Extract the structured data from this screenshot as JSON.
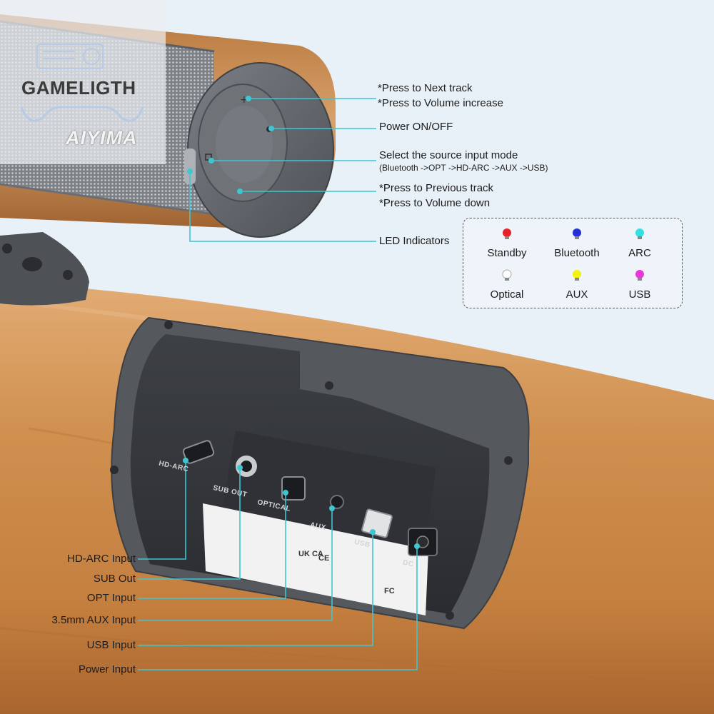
{
  "brand": {
    "watermark": "GAMELIGTH",
    "logo": "AIYIMA"
  },
  "callouts": {
    "next_track": "*Press to Next track",
    "volume_up": "*Press to Volume increase",
    "power": "Power ON/OFF",
    "source": "Select the source input mode",
    "source_modes": "(Bluetooth ->OPT ->HD-ARC ->AUX ->USB)",
    "prev_track": "*Press to Previous track",
    "volume_down": "*Press to Volume down",
    "led": "LED Indicators"
  },
  "leds": [
    {
      "name": "Standby",
      "color": "#e8202a"
    },
    {
      "name": "Bluetooth",
      "color": "#2230d6"
    },
    {
      "name": "ARC",
      "color": "#35dfe0"
    },
    {
      "name": "Optical",
      "color": "#ffffff"
    },
    {
      "name": "AUX",
      "color": "#f3f10f"
    },
    {
      "name": "USB",
      "color": "#e838d8"
    }
  ],
  "inputs": {
    "hdarc": "HD-ARC Input",
    "sub": "SUB Out",
    "opt": "OPT Input",
    "aux": "3.5mm AUX Input",
    "usb": "USB Input",
    "power": "Power Input"
  },
  "panel_labels": {
    "hdarc": "HD-ARC",
    "sub": "SUB OUT",
    "optical": "OPTICAL",
    "aux": "AUX",
    "usb": "USB",
    "dc": "DC"
  },
  "sticker_marks": {
    "ukca": "UK CA",
    "ce": "CE",
    "fc": "FC"
  },
  "colors": {
    "leader": "#3ec6d3",
    "wood": "#cf8f52",
    "metal": "#55585d",
    "background": "#e9f1f8"
  }
}
